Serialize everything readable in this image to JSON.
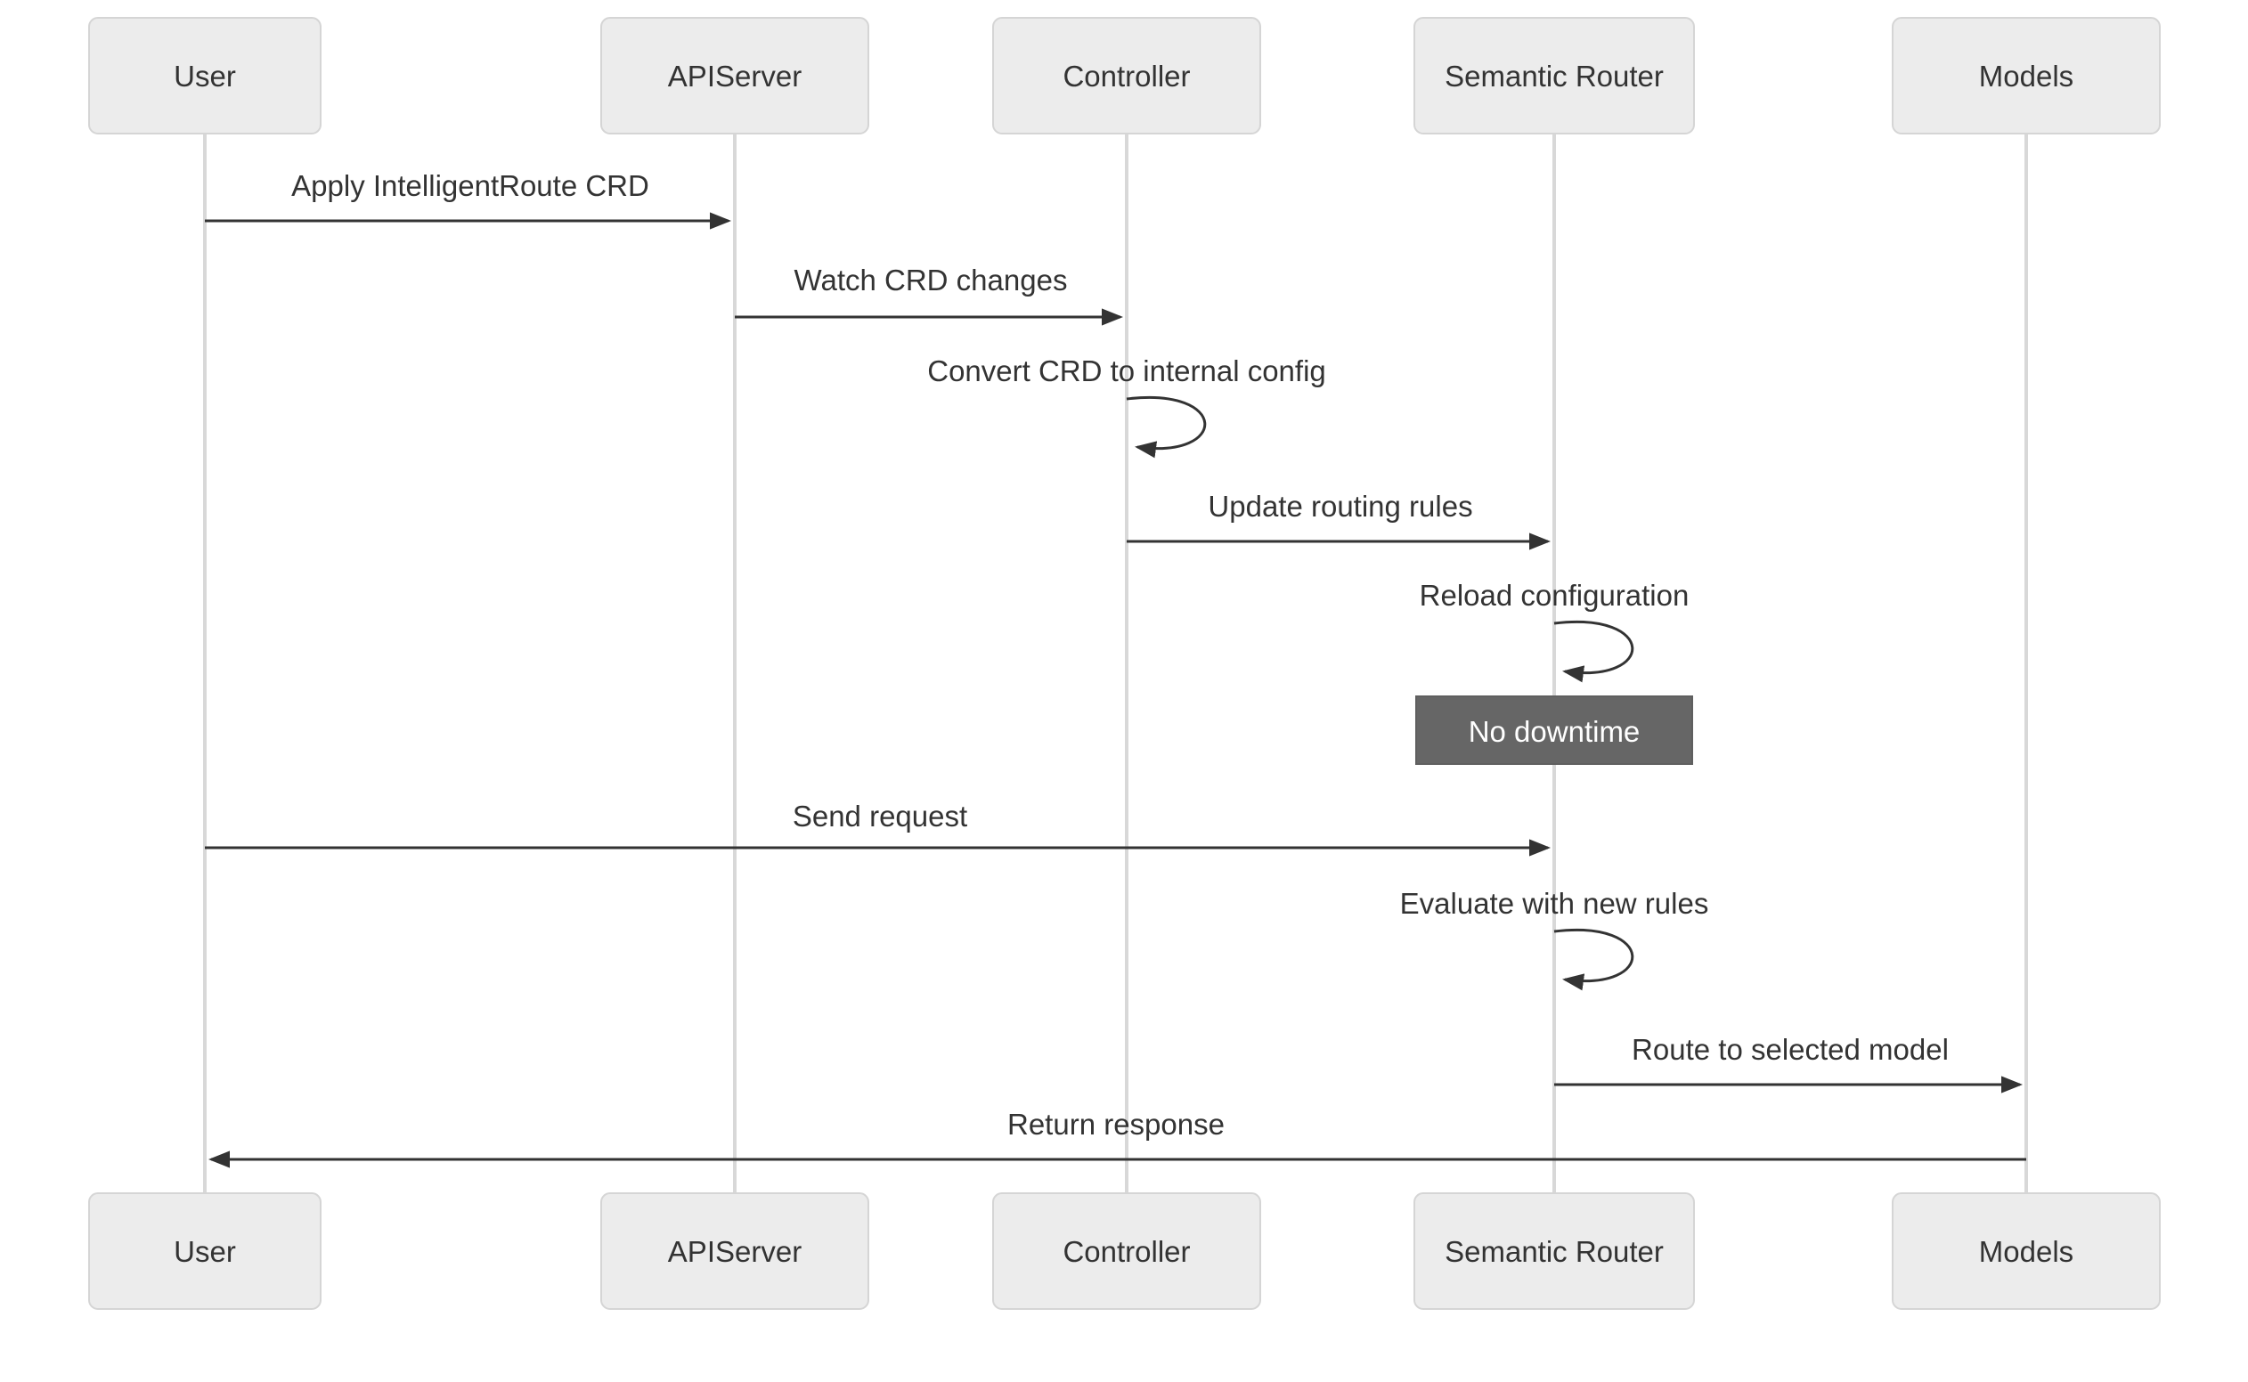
{
  "diagram": {
    "type": "sequence-diagram",
    "participants": [
      {
        "label": "User"
      },
      {
        "label": "APIServer"
      },
      {
        "label": "Controller"
      },
      {
        "label": "Semantic Router"
      },
      {
        "label": "Models"
      }
    ],
    "messages": [
      {
        "from": "User",
        "to": "APIServer",
        "label": "Apply IntelligentRoute CRD",
        "kind": "solid-arrow"
      },
      {
        "from": "APIServer",
        "to": "Controller",
        "label": "Watch CRD changes",
        "kind": "solid-arrow"
      },
      {
        "from": "Controller",
        "to": "Controller",
        "label": "Convert CRD to internal config",
        "kind": "self-loop"
      },
      {
        "from": "Controller",
        "to": "Semantic Router",
        "label": "Update routing rules",
        "kind": "solid-arrow"
      },
      {
        "from": "Semantic Router",
        "to": "Semantic Router",
        "label": "Reload configuration",
        "kind": "self-loop"
      },
      {
        "from": "User",
        "to": "Semantic Router",
        "label": "Send request",
        "kind": "solid-arrow"
      },
      {
        "from": "Semantic Router",
        "to": "Semantic Router",
        "label": "Evaluate with new rules",
        "kind": "self-loop"
      },
      {
        "from": "Semantic Router",
        "to": "Models",
        "label": "Route to selected model",
        "kind": "solid-arrow"
      },
      {
        "from": "Models",
        "to": "User",
        "label": "Return response",
        "kind": "solid-arrow"
      }
    ],
    "note": {
      "over": "Semantic Router",
      "label": "No downtime"
    },
    "colors": {
      "background": "#ffffff",
      "actor_fill": "#ececec",
      "actor_border": "#d5d5d5",
      "actor_text": "#333333",
      "lifeline": "#d8d8d8",
      "arrow": "#333333",
      "message_text": "#333333",
      "note_fill": "#666666",
      "note_border": "#5f5f5f",
      "note_text": "#ffffff"
    }
  }
}
